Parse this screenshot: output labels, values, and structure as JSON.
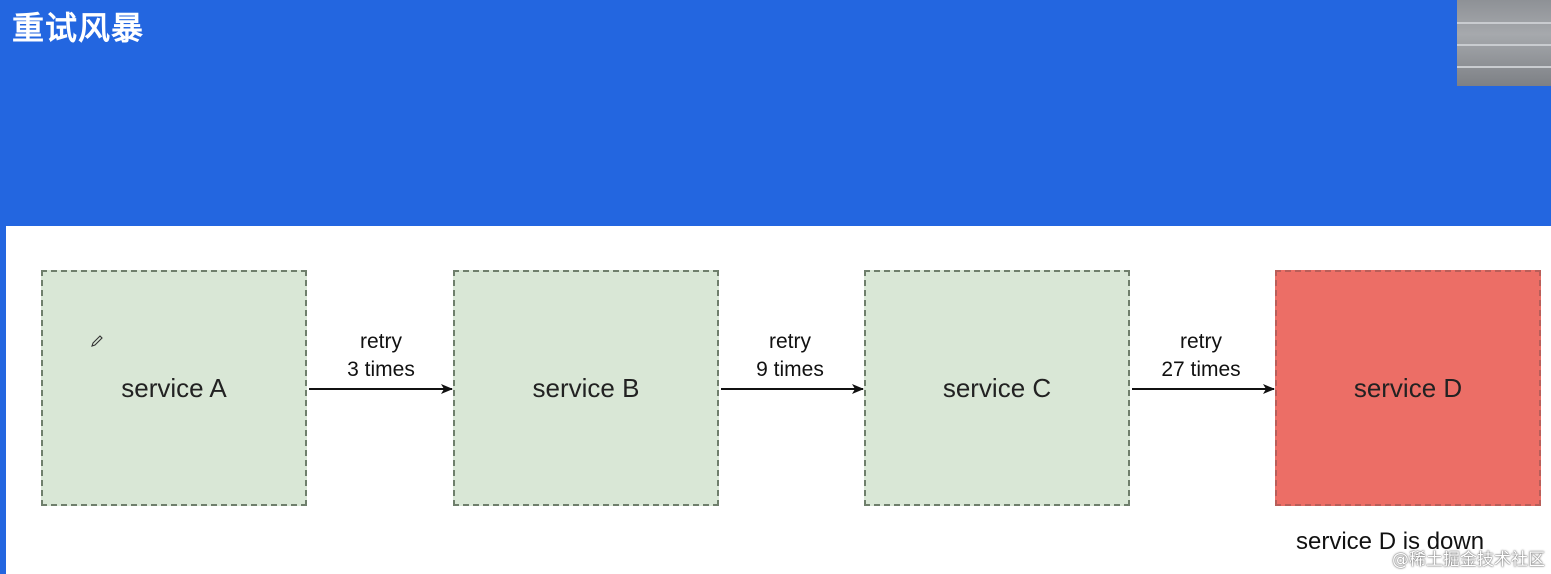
{
  "slide": {
    "title": "重试风暴"
  },
  "services": [
    {
      "label": "service A",
      "status": "ok"
    },
    {
      "label": "service B",
      "status": "ok"
    },
    {
      "label": "service C",
      "status": "ok"
    },
    {
      "label": "service D",
      "status": "down"
    }
  ],
  "retries": [
    {
      "line1": "retry",
      "line2": "3 times"
    },
    {
      "line1": "retry",
      "line2": "9 times"
    },
    {
      "line1": "retry",
      "line2": "27 times"
    }
  ],
  "note": "service D is down",
  "watermark": "@稀土掘金技术社区",
  "colors": {
    "header": "#2366e0",
    "service_ok": "#d9e7d6",
    "service_down": "#ec6e66"
  }
}
